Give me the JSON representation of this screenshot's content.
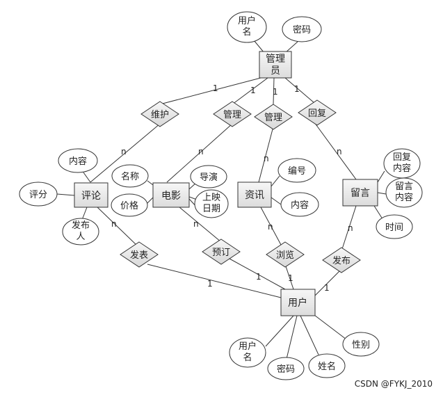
{
  "entities": {
    "admin": "管理员",
    "review": "评论",
    "movie": "电影",
    "news": "资讯",
    "message": "留言",
    "user": "用户"
  },
  "attributes": {
    "admin_username": "用户名",
    "admin_password": "密码",
    "review_content": "内容",
    "review_score": "评分",
    "review_publisher": "发布人",
    "movie_name": "名称",
    "movie_price": "价格",
    "movie_director": "导演",
    "movie_release_date": "上映日期",
    "news_number": "编号",
    "news_content": "内容",
    "message_reply_content": "回复内容",
    "message_content": "留言内容",
    "message_time": "时间",
    "user_username": "用户名",
    "user_password": "密码",
    "user_name": "姓名",
    "user_gender": "性别"
  },
  "relationships": {
    "maintain": "维护",
    "manage_movie": "管理",
    "manage_news": "管理",
    "reply": "回复",
    "publish_review": "发表",
    "order": "预订",
    "browse": "浏览",
    "publish_message": "发布"
  },
  "cardinalities": {
    "one": "1",
    "many": "n"
  },
  "watermark": "CSDN @FYKJ_2010"
}
